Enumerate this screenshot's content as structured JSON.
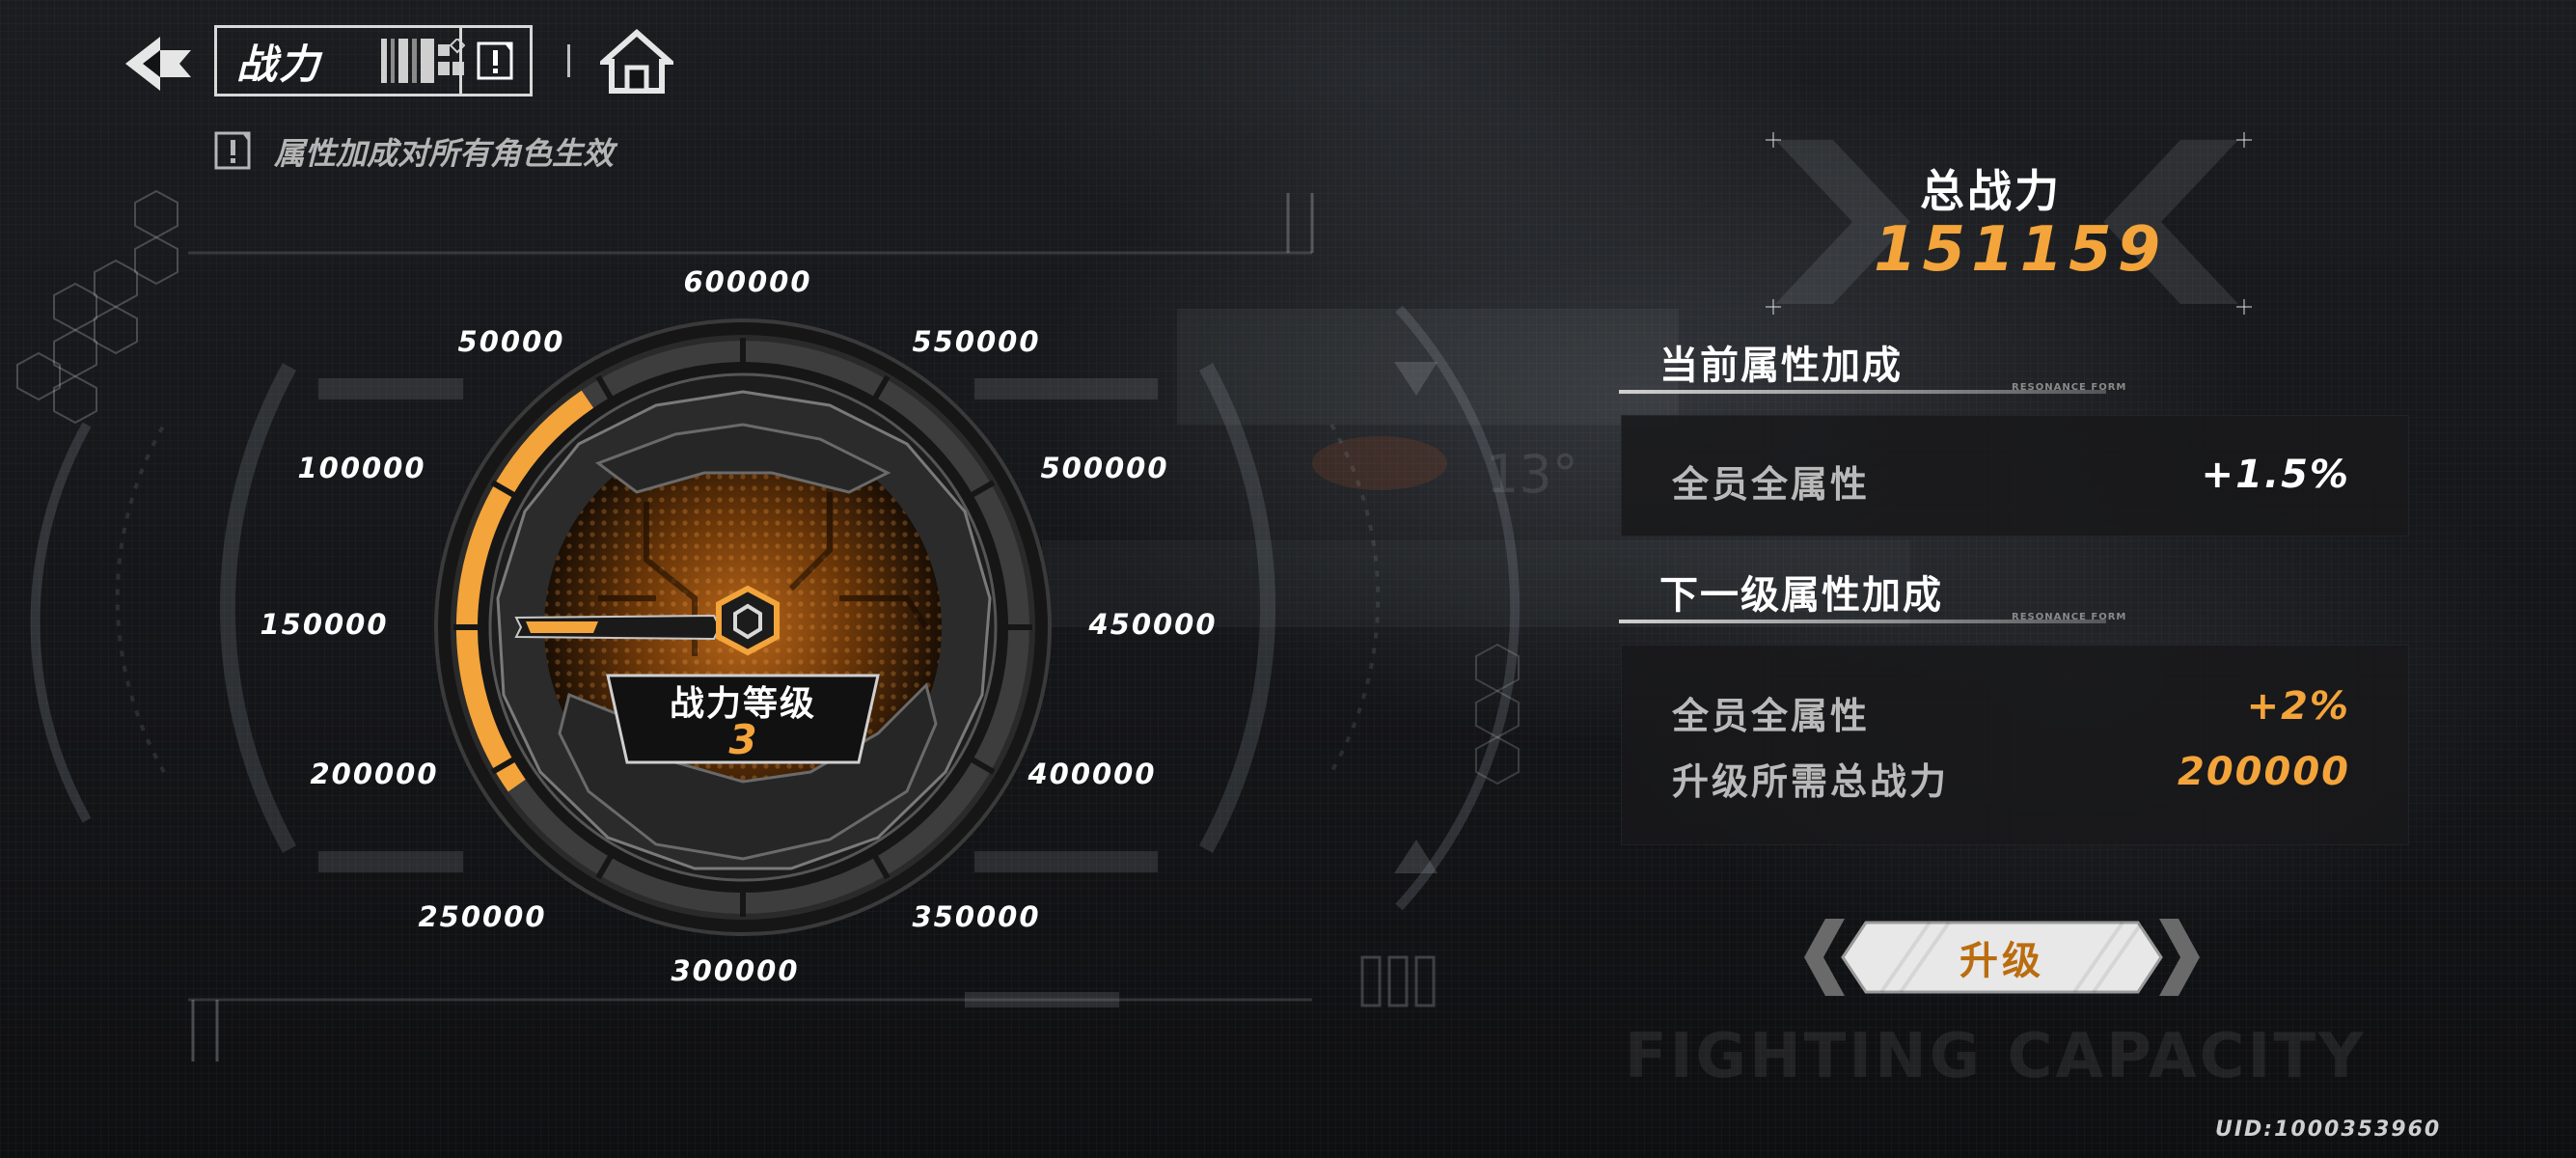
{
  "header": {
    "title": "战力",
    "notice": "属性加成对所有角色生效"
  },
  "gauge": {
    "ticks": [
      "600000",
      "550000",
      "500000",
      "450000",
      "400000",
      "350000",
      "300000",
      "250000",
      "200000",
      "150000",
      "100000",
      "50000"
    ],
    "level_label": "战力等级",
    "level_value": "3",
    "progress": 0.252
  },
  "summary": {
    "total_label": "总战力",
    "total_value": "151159"
  },
  "current_bonus": {
    "title": "当前属性加成",
    "tag": "RESONANCE FORM",
    "stat_name": "全员全属性",
    "stat_value": "+1.5%"
  },
  "next_bonus": {
    "title": "下一级属性加成",
    "tag": "RESONANCE FORM",
    "stat_name": "全员全属性",
    "stat_value": "+2%",
    "req_name": "升级所需总战力",
    "req_value": "200000"
  },
  "actions": {
    "upgrade_label": "升级"
  },
  "footer": {
    "watermark": "FIGHTING CAPACITY",
    "uid": "UID:1000353960",
    "bg_temp": "13°"
  },
  "colors": {
    "accent": "#f3a43a",
    "accent_dark": "#ba6d10",
    "text": "#ffffff",
    "muted": "#b9b9b9"
  },
  "icons": [
    "back-arrow-icon",
    "info-icon",
    "home-icon",
    "hexagon-pattern-icon",
    "needle-icon"
  ]
}
